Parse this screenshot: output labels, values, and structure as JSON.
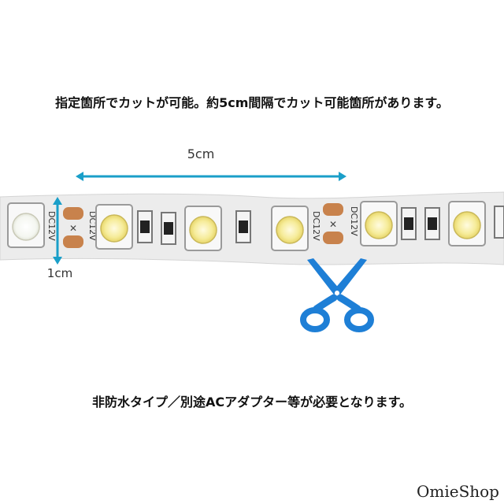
{
  "captions": {
    "top": "指定箇所でカットが可能。約5cm間隔でカット可能箇所があります。",
    "bottom": "非防水タイプ／別途ACアダプター等が必要となります。"
  },
  "dimensions": {
    "segment_length": "5cm",
    "strip_width": "1cm"
  },
  "strip_markings": {
    "voltage": "DC12V",
    "plus": "+",
    "minus": "-"
  },
  "icons": {
    "scissors": "scissors-icon"
  },
  "colors": {
    "accent_blue": "#1e7fd6",
    "arrow_blue": "#1a9fc9",
    "copper": "#c8824c",
    "strip_bg": "#e9e9e9"
  },
  "watermark": "OmieShop"
}
